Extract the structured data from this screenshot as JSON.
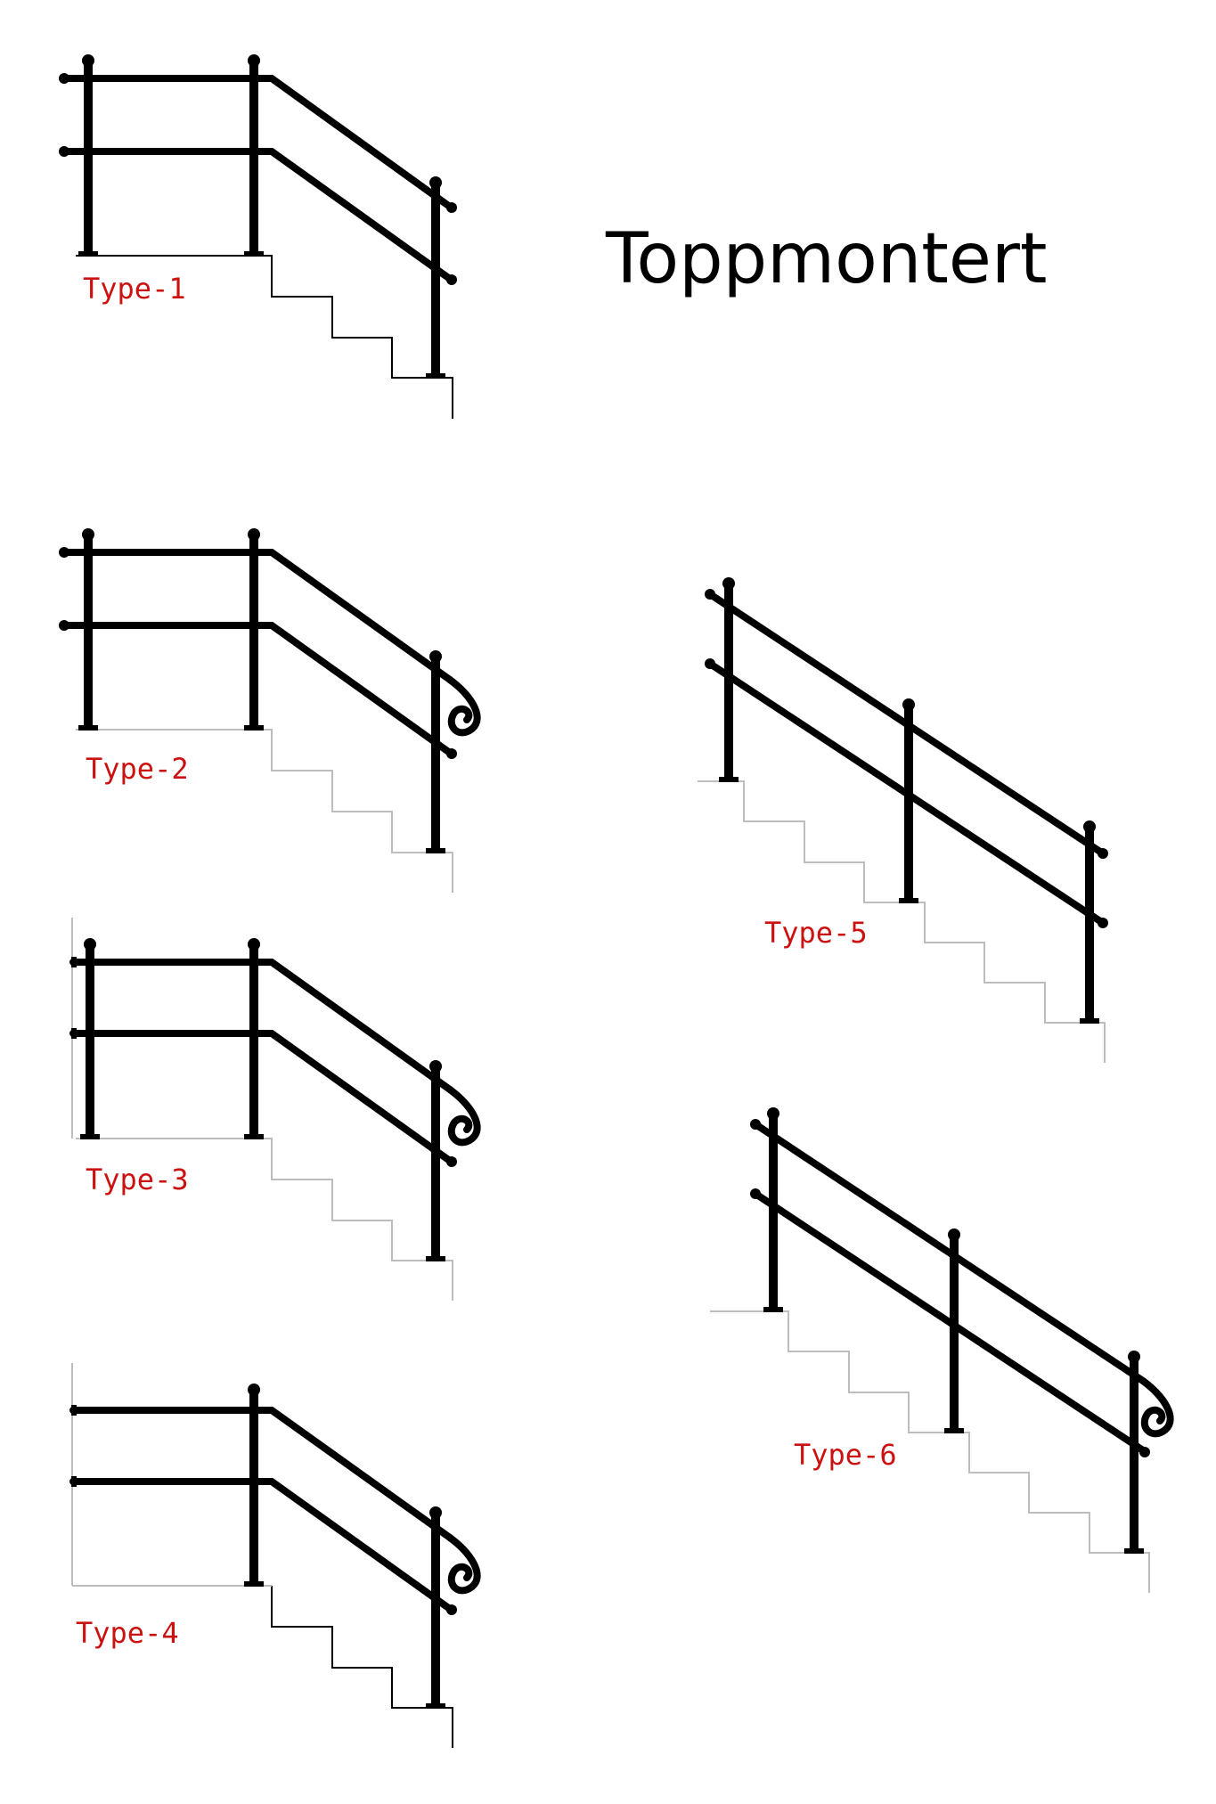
{
  "title": "Toppmontert",
  "types": [
    {
      "label": "Type-1"
    },
    {
      "label": "Type-2"
    },
    {
      "label": "Type-3"
    },
    {
      "label": "Type-4"
    },
    {
      "label": "Type-5"
    },
    {
      "label": "Type-6"
    }
  ],
  "colors": {
    "rail": "#000000",
    "stair_outline": "#000000",
    "label": "#cc1111"
  }
}
